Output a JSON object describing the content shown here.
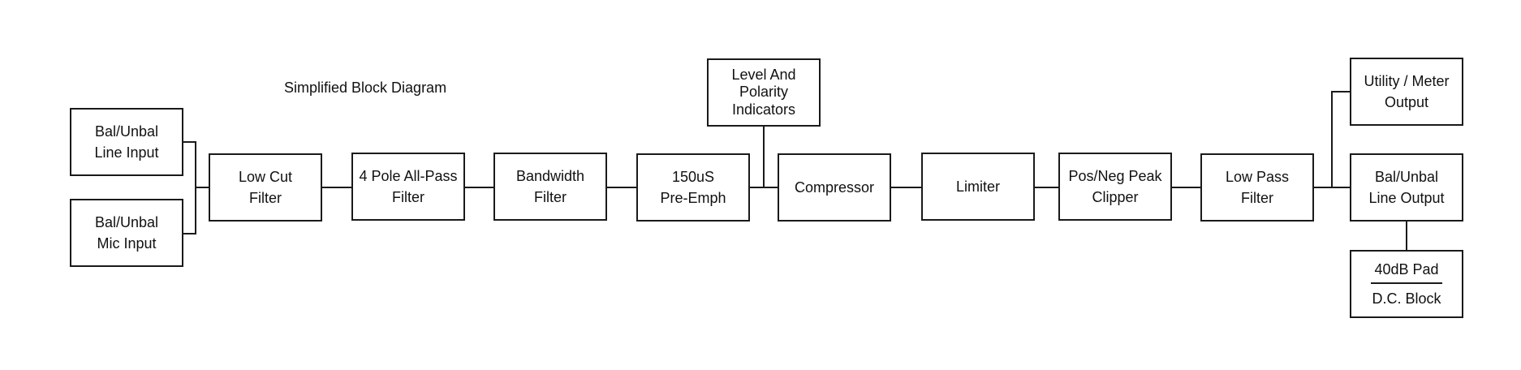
{
  "diagram": {
    "title": "Simplified Block Diagram",
    "blocks": {
      "line_input": [
        "Bal/Unbal",
        "Line Input"
      ],
      "mic_input": [
        "Bal/Unbal",
        "Mic Input"
      ],
      "low_cut": [
        "Low Cut",
        "Filter"
      ],
      "all_pass": [
        "4 Pole All-Pass",
        "Filter"
      ],
      "bandwidth": [
        "Bandwidth",
        "Filter"
      ],
      "pre_emph": [
        "150uS",
        "Pre-Emph"
      ],
      "indicators": [
        "Level And",
        "Polarity",
        "Indicators"
      ],
      "compressor": [
        "Compressor"
      ],
      "limiter": [
        "Limiter"
      ],
      "clipper": [
        "Pos/Neg Peak",
        "Clipper"
      ],
      "low_pass": [
        "Low Pass",
        "Filter"
      ],
      "utility_out": [
        "Utility / Meter",
        "Output"
      ],
      "line_output": [
        "Bal/Unbal",
        "Line Output"
      ],
      "pad": [
        "40dB Pad",
        "D.C. Block"
      ]
    }
  }
}
